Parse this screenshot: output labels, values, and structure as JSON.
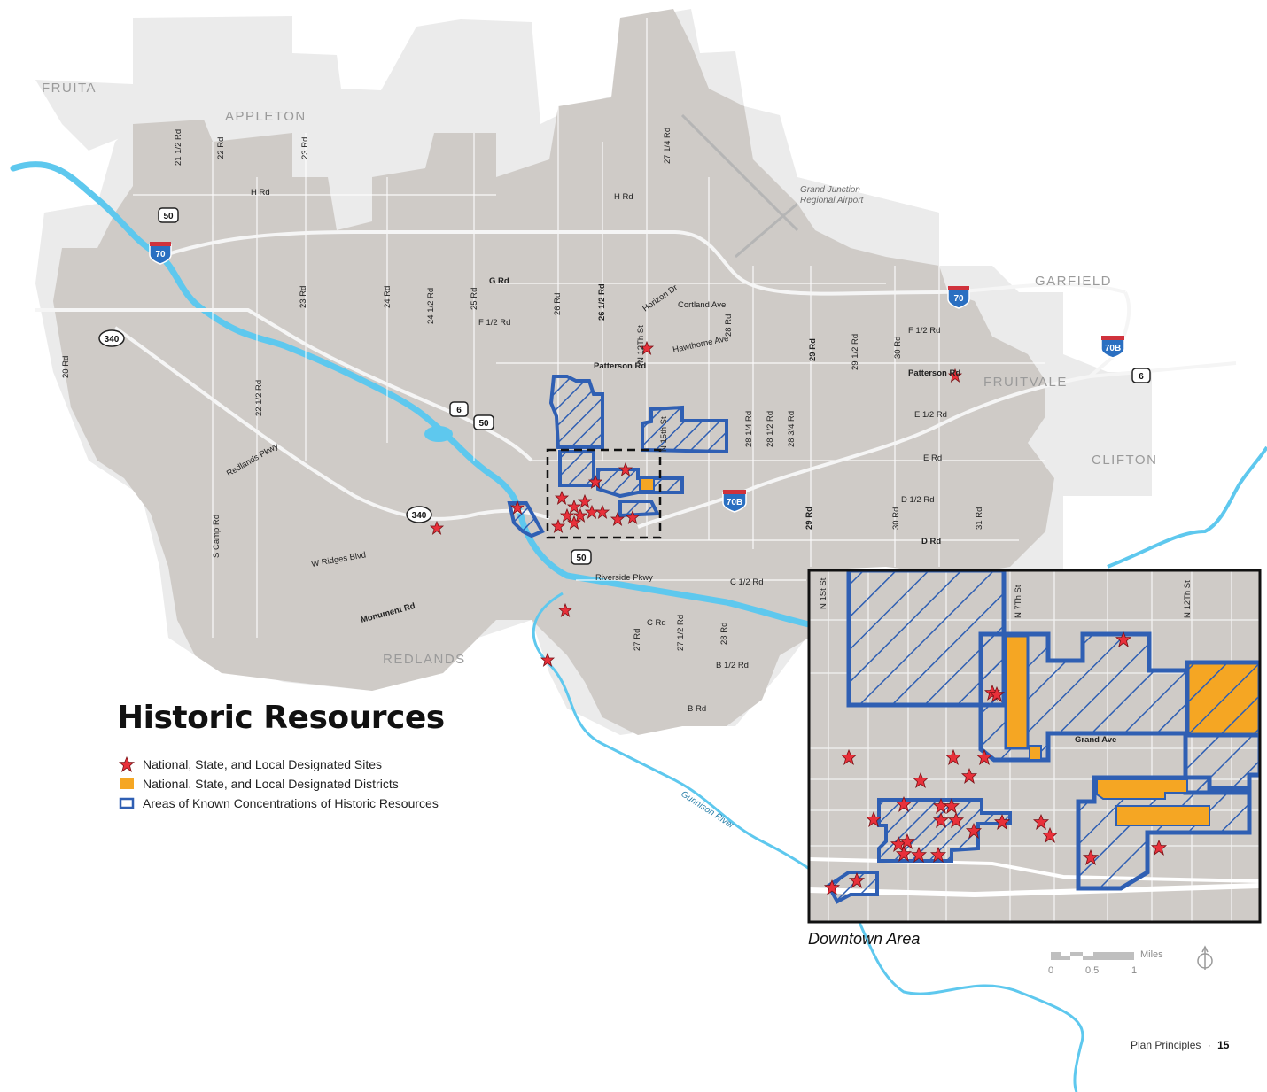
{
  "title": "Historic Resources",
  "legend": [
    {
      "label": "National, State, and Local Designated Sites",
      "symbol": "star",
      "color": "#e8303a"
    },
    {
      "label": "National. State, and Local Designated Districts",
      "symbol": "fill",
      "color": "#f5a623"
    },
    {
      "label": "Areas of Known Concentrations of Historic Resources",
      "symbol": "outline",
      "color": "#2f5fb3"
    }
  ],
  "places": {
    "fruita": "FRUITA",
    "appleton": "APPLETON",
    "garfield": "GARFIELD",
    "fruitvale": "FRUITVALE",
    "clifton": "CLIFTON",
    "redlands": "REDLANDS"
  },
  "airport": [
    "Grand Junction",
    "Regional Airport"
  ],
  "river_label": "Gunnison River",
  "roads": {
    "h_rd_w": "H Rd",
    "h_rd_e": "H Rd",
    "g_rd": "G Rd",
    "f_half_rd": "F 1/2 Rd",
    "patterson": "Patterson Rd",
    "patterson_e": "Patterson Rd",
    "cortland": "Cortland Ave",
    "hawthorne": "Hawthorne Ave",
    "horizon": "Horizon Dr",
    "f_half_e": "F 1/2 Rd",
    "e_half": "E 1/2 Rd",
    "e_rd": "E Rd",
    "d_half": "D 1/2 Rd",
    "d_rd": "D Rd",
    "c_half": "C 1/2 Rd",
    "c_rd": "C Rd",
    "b_half": "B 1/2 Rd",
    "b_rd": "B Rd",
    "riverside": "Riverside Pkwy",
    "redlands_pkwy": "Redlands Pkwy",
    "w_ridges": "W Ridges Blvd",
    "monument": "Monument Rd",
    "s_camp": "S Camp Rd",
    "r21half": "21 1/2 Rd",
    "r22": "22 Rd",
    "r23": "23 Rd",
    "r23b": "23 Rd",
    "r24": "24 Rd",
    "r24half": "24 1/2 Rd",
    "r25": "25 Rd",
    "r26": "26 Rd",
    "r26half": "26 1/2 Rd",
    "r27q": "27 1/4 Rd",
    "r20": "20 Rd",
    "r22half": "22 1/2 Rd",
    "n12th": "N 12Th St",
    "n15th": "N 15th St",
    "r28": "28 Rd",
    "r28q": "28 1/4 Rd",
    "r28half": "28 1/2 Rd",
    "r28tq": "28 3/4 Rd",
    "r29": "29 Rd",
    "r29half": "29 1/2 Rd",
    "r30": "30 Rd",
    "r29b": "29 Rd",
    "r30b": "30 Rd",
    "r31": "31 Rd",
    "r27": "27 Rd",
    "r27half": "27 1/2 Rd",
    "r28b": "28 Rd"
  },
  "shields": {
    "i70_w": "70",
    "i70_e": "70",
    "i70b_c": "70B",
    "i70b_e": "70B",
    "us50_nw": "50",
    "us50_c": "50",
    "us50_s": "50",
    "us6_c": "6",
    "us6_e": "6",
    "sh340_w": "340",
    "sh340_c": "340"
  },
  "inset": {
    "caption": "Downtown Area",
    "n1st": "N 1St St",
    "n7th": "N 7Th St",
    "n12th": "N 12Th St",
    "grand": "Grand Ave"
  },
  "scale": {
    "unit": "Miles",
    "ticks": [
      "0",
      "0.5",
      "1"
    ]
  },
  "north_icon": "north-arrow-icon",
  "footer": {
    "section": "Plan Principles",
    "separator": "·",
    "page": "15"
  },
  "colors": {
    "city": "#cfcbc7",
    "outer": "#ebebeb",
    "water": "#5ec8ee",
    "district": "#f5a623",
    "concentration": "#2f5fb3",
    "site": "#e8303a"
  }
}
